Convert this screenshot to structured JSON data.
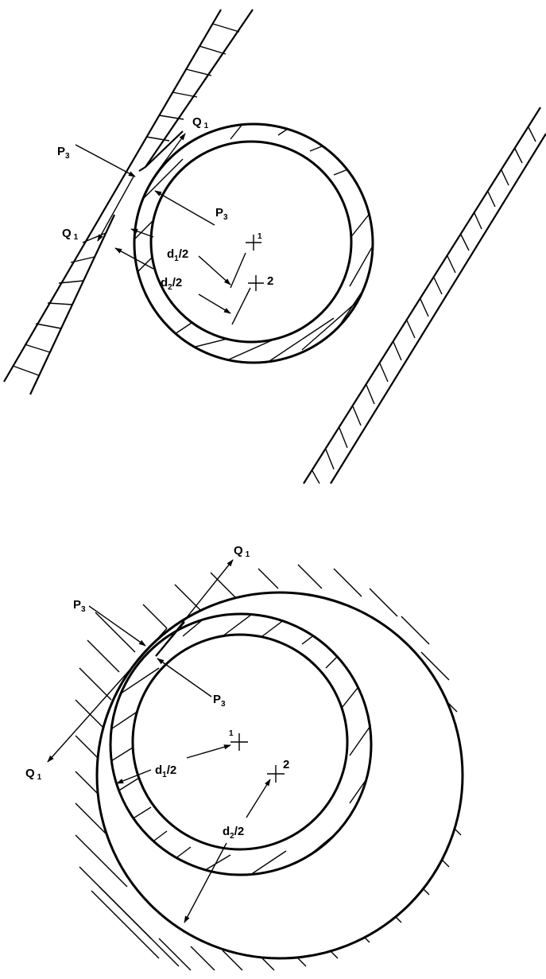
{
  "figure_top": {
    "labels": {
      "p3_outer": {
        "main": "P",
        "sub": "3"
      },
      "p3_inner": {
        "main": "P",
        "sub": "3"
      },
      "q1_top": {
        "main": "Q",
        "sub": "1"
      },
      "q1_left": {
        "main": "Q",
        "sub": "1"
      },
      "d1": {
        "main": "d",
        "sub": "1",
        "tail": "/2"
      },
      "d2": {
        "main": "d",
        "sub": "2",
        "tail": "/2"
      },
      "center1": "1",
      "center2": "2"
    }
  },
  "figure_bottom": {
    "labels": {
      "q1_top": {
        "main": "Q",
        "sub": "1"
      },
      "p3_outer": {
        "main": "P",
        "sub": "3"
      },
      "p3_inner": {
        "main": "P",
        "sub": "3"
      },
      "q1_left": {
        "main": "Q",
        "sub": "1"
      },
      "d1": {
        "main": "d",
        "sub": "1",
        "tail": "/2"
      },
      "d2": {
        "main": "d",
        "sub": "2",
        "tail": "/2"
      },
      "center1": "1",
      "center2": "2"
    }
  }
}
